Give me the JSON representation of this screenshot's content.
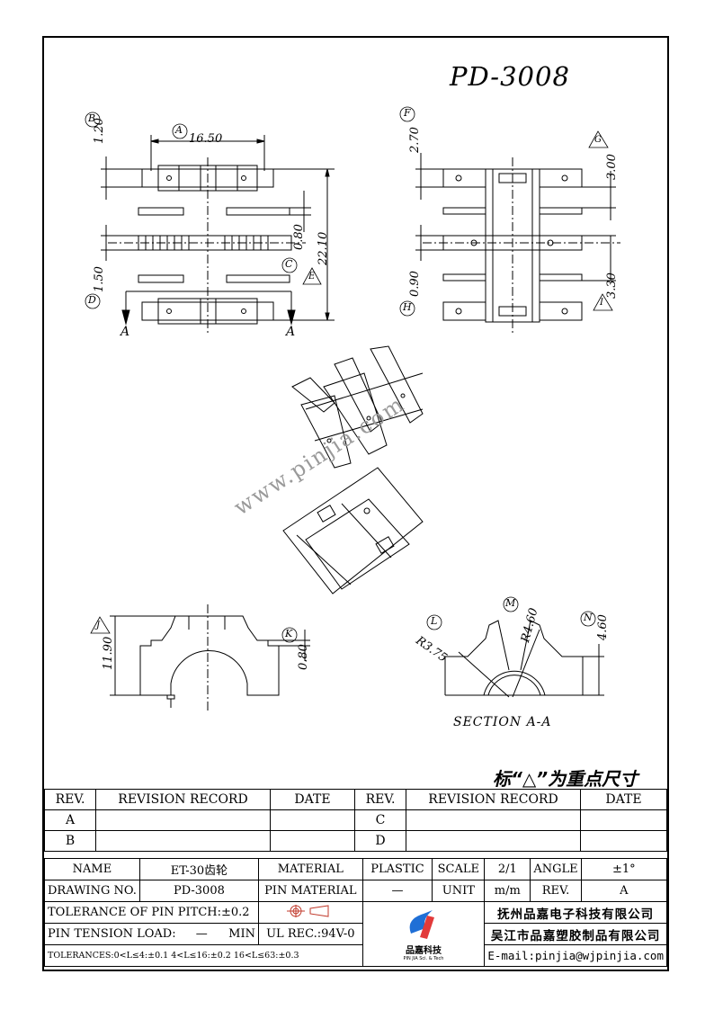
{
  "drawing_number_title": "PD-3008",
  "note": "标“△”为重点尺寸",
  "section_label": "SECTION A-A",
  "watermark": "www.pinjia.com",
  "dimensions": {
    "top_left": [
      "16.50",
      "1.20",
      "0.80",
      "22.10",
      "1.50"
    ],
    "top_right": [
      "2.70",
      "3.00",
      "0.90",
      "3.30"
    ],
    "bottom_left": [
      "11.90",
      "0.80"
    ],
    "bottom_right": [
      "R3.75",
      "R4.60",
      "4.60"
    ]
  },
  "callouts": {
    "A": "A",
    "B": "B",
    "C": "C",
    "D": "D",
    "E": "E",
    "F": "F",
    "G": "G",
    "H": "H",
    "I": "I",
    "J": "J",
    "K": "K",
    "L": "L",
    "M": "M",
    "N": "N",
    "section_mark": "A"
  },
  "revision_table": {
    "headers": [
      "REV.",
      "REVISION RECORD",
      "DATE",
      "REV.",
      "REVISION RECORD",
      "DATE"
    ],
    "rows": [
      [
        "A",
        "",
        "",
        "C",
        "",
        ""
      ],
      [
        "B",
        "",
        "",
        "D",
        "",
        ""
      ]
    ]
  },
  "title_block": {
    "name_label": "NAME",
    "name_value": "ET-30齿轮",
    "material_label": "MATERIAL",
    "material_value": "PLASTIC",
    "scale_label": "SCALE",
    "scale_value": "2/1",
    "angle_label": "ANGLE",
    "angle_value": "±1°",
    "drawing_no_label": "DRAWING NO.",
    "drawing_no_value": "PD-3008",
    "pin_material_label": "PIN MATERIAL",
    "pin_material_value": "—",
    "unit_label": "UNIT",
    "unit_value": "m/m",
    "rev_label": "REV.",
    "rev_value": "A",
    "pitch_tolerance": "TOLERANCE OF PIN PITCH:±0.2",
    "pin_tension": "PIN TENSION LOAD:",
    "pin_tension_value": "—",
    "pin_tension_unit": "MIN",
    "ul_rec": "UL REC.:94V-0",
    "tolerances": "TOLERANCES:0<L≤4:±0.1 4<L≤16:±0.2 16<L≤63:±0.3",
    "company1": "抚州品嘉电子科技有限公司",
    "company2": "吴江市品嘉塑胶制品有限公司",
    "email": "E-mail:pinjia@wjpinjia.com",
    "logo_cn": "品嘉科技",
    "logo_en": "PIN JIA Sci. & Tech"
  }
}
